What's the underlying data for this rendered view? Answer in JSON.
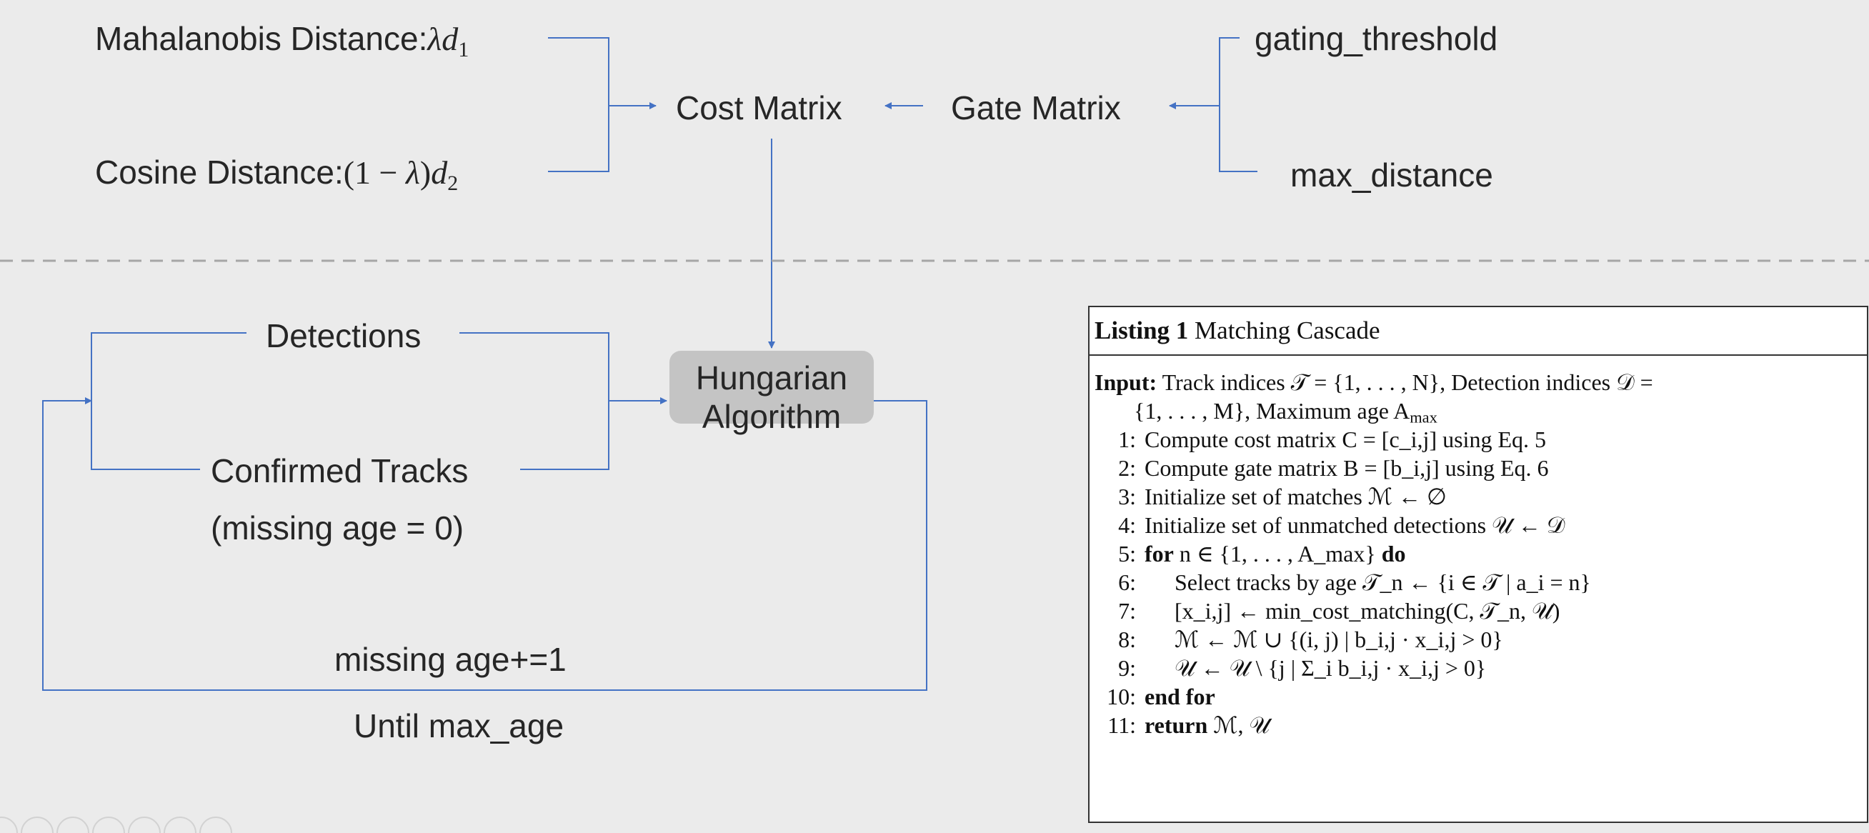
{
  "diagram": {
    "mahalanobis_prefix": "Mahalanobis Distance:",
    "mahalanobis_math": "λd",
    "mahalanobis_sub": "1",
    "cosine_prefix": "Cosine Distance:",
    "cosine_math_open": "(1 − ",
    "cosine_math_lambda": "λ",
    "cosine_math_close": ")",
    "cosine_math_d": "d",
    "cosine_sub": "2",
    "cost_matrix": "Cost Matrix",
    "gate_matrix": "Gate Matrix",
    "gating_threshold": "gating_threshold",
    "max_distance": "max_distance",
    "detections": "Detections",
    "confirmed_tracks": "Confirmed Tracks",
    "missing_age_zero": "(missing age = 0)",
    "hungarian_line1": "Hungarian",
    "hungarian_line2": "Algorithm",
    "missing_age_inc": "missing age+=1",
    "until_max_age": "Until max_age"
  },
  "listing": {
    "title_bold": "Listing 1",
    "title_rest": "Matching Cascade",
    "input_label": "Input:",
    "input_text": "Track indices 𝒯 = {1, . . . , N}, Detection indices 𝒟 =",
    "input_text_cont": "{1, . . . , M}, Maximum age A",
    "input_text_sub": "max",
    "lines": [
      {
        "num": "1:",
        "text": "Compute cost matrix C = [c_i,j] using Eq. 5"
      },
      {
        "num": "2:",
        "text": "Compute gate matrix B = [b_i,j] using Eq. 6"
      },
      {
        "num": "3:",
        "text": "Initialize set of matches ℳ ← ∅"
      },
      {
        "num": "4:",
        "text": "Initialize set of unmatched detections 𝒰 ← 𝒟"
      },
      {
        "num": "5:",
        "kw": "for",
        "text": "n ∈ {1, . . . , A_max}",
        "kw2": "do"
      },
      {
        "num": "6:",
        "text": "Select tracks by age 𝒯_n ← {i ∈ 𝒯 | a_i = n}"
      },
      {
        "num": "7:",
        "text": "[x_i,j] ← min_cost_matching(C, 𝒯_n, 𝒰)"
      },
      {
        "num": "8:",
        "text": "ℳ ← ℳ ∪ {(i, j) | b_i,j · x_i,j > 0}"
      },
      {
        "num": "9:",
        "text": "𝒰 ← 𝒰 \\ {j | Σ_i b_i,j · x_i,j > 0}"
      },
      {
        "num": "10:",
        "kw": "end for",
        "text": ""
      },
      {
        "num": "11:",
        "kw": "return",
        "text": "ℳ, 𝒰"
      }
    ]
  },
  "colors": {
    "background": "#ebebeb",
    "connector": "#4472c4",
    "divider": "#a6a6a6",
    "hungarian_box": "#c4c4c4",
    "text": "#262626"
  }
}
